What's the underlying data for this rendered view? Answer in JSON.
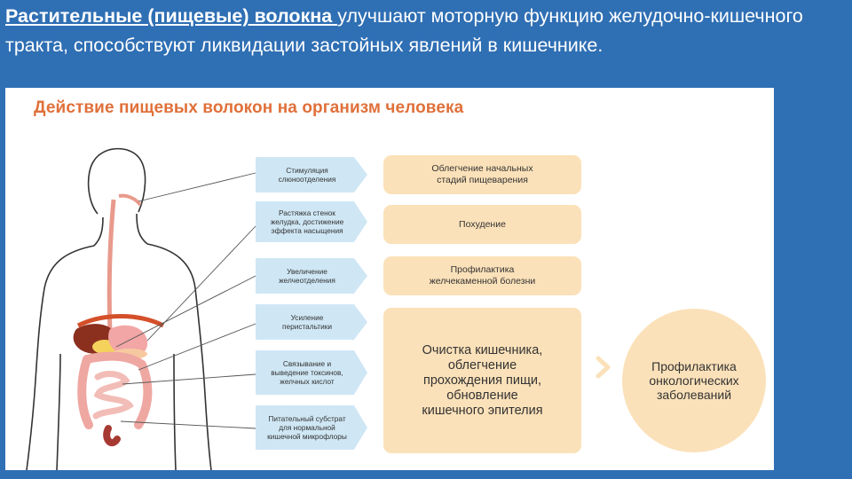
{
  "header": {
    "highlight": "Растительные  (пищевые) волокна",
    "underlined_space": " ",
    "rest": "улучшают моторную функцию желудочно-кишечного тракта, способствуют ликвидации застойных явлений в кишечнике."
  },
  "panel": {
    "title": "Действие пищевых волокон на организм человека",
    "mechanisms": [
      "Стимуляция\nслюноотделения",
      "Растяжка стенок\nжелудка, достижение\nэффекта насыщения",
      "Увеличение\nжелчеотделения",
      "Усиление\nперистальтики",
      "Связывание и\nвыведение токсинов,\nжелчных кислот",
      "Питательный субстрат\nдля нормальной\nкишечной микрофлоры"
    ],
    "effects": [
      "Облегчение начальных\nстадий пищеварения",
      "Похудение",
      "Профилактика\nжелчекаменной болезни",
      "Очистка кишечника,\nоблегчение\nпрохождения пищи,\nобновление\nкишечного эпителия"
    ],
    "outcome": "Профилактика\nонкологических\nзаболеваний"
  },
  "colors": {
    "background": "#2f6fb4",
    "title": "#e0703a",
    "mechanism_box": "#cfe7f5",
    "effect_box": "#fbe1b9"
  }
}
